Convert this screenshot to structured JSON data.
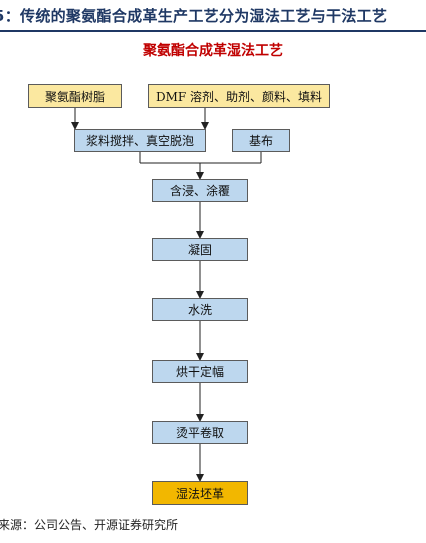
{
  "header": {
    "title": "5：传统的聚氨酯合成革生产工艺分为湿法工艺与干法工艺"
  },
  "diagram": {
    "subtitle": "聚氨酯合成革湿法工艺",
    "nodes": {
      "resin": "聚氨酯树脂",
      "additives": "DMF 溶剂、助剂、颜料、填料",
      "stirring": "浆料搅拌、真空脱泡",
      "base_fabric": "基布",
      "impregnation": "含浸、涂覆",
      "coagulation": "凝固",
      "washing": "水洗",
      "drying": "烘干定幅",
      "ironing": "烫平卷取",
      "product": "湿法坯革"
    }
  },
  "source": "来源：公司公告、开源证券研究所"
}
